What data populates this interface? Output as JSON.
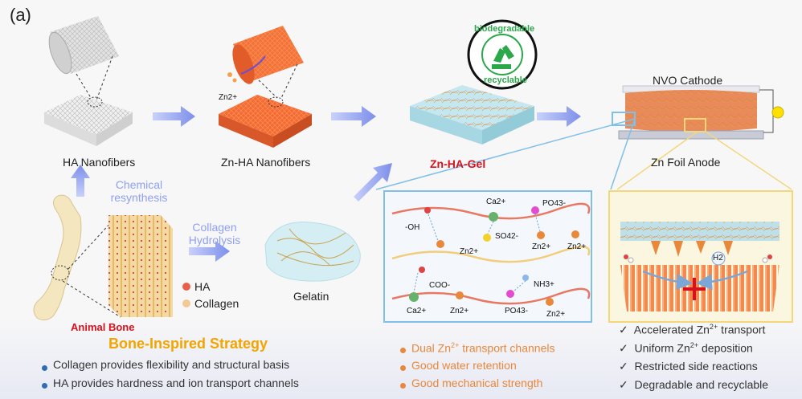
{
  "panel_label": "(a)",
  "stage_labels": {
    "ha_nanofibers": "HA Nanofibers",
    "zn_ha_nanofibers": "Zn-HA Nanofibers",
    "zn_ha_gel": "Zn-HA-Gel",
    "gelatin": "Gelatin",
    "animal_bone": "Animal Bone",
    "nvo_cathode": "NVO Cathode",
    "zn_foil_anode": "Zn Foil Anode",
    "zn2_marker": "Zn2+"
  },
  "process_labels": {
    "chemical_resynthesis_1": "Chemical",
    "chemical_resynthesis_2": "resynthesis",
    "collagen_hydrolysis_1": "Collagen",
    "collagen_hydrolysis_2": "Hydrolysis"
  },
  "legend": {
    "ha": "HA",
    "collagen": "Collagen"
  },
  "badge": {
    "top": "biodegradable",
    "bottom": "recyclable"
  },
  "strategy_title": "Bone-Inspired Strategy",
  "left_bullets": [
    "Collagen provides flexibility and structural basis",
    "HA provides hardness and ion transport channels"
  ],
  "middle_bullets": [
    {
      "pre": "Dual Zn",
      "sup": "2+",
      "post": " transport channels"
    },
    {
      "pre": "Good water retention",
      "sup": "",
      "post": ""
    },
    {
      "pre": "Good mechanical strength",
      "sup": "",
      "post": ""
    }
  ],
  "right_bullets": [
    {
      "pre": "Accelerated Zn",
      "sup": "2+",
      "post": " transport"
    },
    {
      "pre": "Uniform Zn",
      "sup": "2+",
      "post": " deposition"
    },
    {
      "pre": "Restricted side reactions",
      "sup": "",
      "post": ""
    },
    {
      "pre": "Degradable and recyclable",
      "sup": "",
      "post": ""
    }
  ],
  "mechanism_labels": {
    "oh": "-OH",
    "ca_top": "Ca2+",
    "po4_top": "PO43-",
    "so4": "SO42-",
    "zn_a": "Zn2+",
    "zn_b": "Zn2+",
    "zn_c": "Zn2+",
    "coo": "COO-",
    "nh3": "NH3+",
    "ca_bottom": "Ca2+",
    "zn_d": "Zn2+",
    "po4_bottom": "PO43-",
    "zn_e": "Zn2+"
  },
  "anode_panel": {
    "h2": "H2"
  },
  "colors": {
    "accent_red": "#d8101c",
    "strategy_gold": "#f2a400",
    "process_lilac": "#8fa0ee",
    "ha_red": "#e8604a",
    "collagen_tan": "#f2c994",
    "zn_orange": "#e9873a",
    "blue_frame": "#7fbfe8",
    "yellow_frame": "#f3d77a",
    "badge_green": "#2aa84a"
  }
}
